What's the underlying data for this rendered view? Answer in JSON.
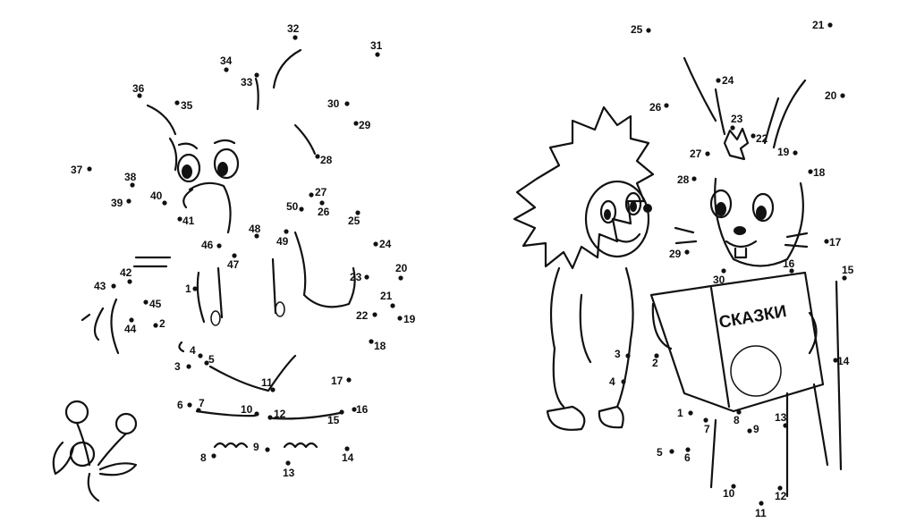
{
  "page": {
    "left_puzzle": {
      "subject": "elephant",
      "numbers": [
        "1",
        "2",
        "3",
        "4",
        "5",
        "6",
        "7",
        "8",
        "9",
        "10",
        "11",
        "12",
        "13",
        "14",
        "15",
        "16",
        "17",
        "18",
        "19",
        "20",
        "21",
        "22",
        "23",
        "24",
        "25",
        "26",
        "27",
        "28",
        "29",
        "30",
        "31",
        "32",
        "33",
        "34",
        "35",
        "36",
        "37",
        "38",
        "39",
        "40",
        "41",
        "42",
        "43",
        "44",
        "45",
        "46",
        "47",
        "48",
        "49",
        "50"
      ]
    },
    "right_puzzle": {
      "subject": "hare-and-hedgehog",
      "book_title": "СКАЗКИ",
      "numbers": [
        "1",
        "2",
        "3",
        "4",
        "5",
        "6",
        "7",
        "8",
        "9",
        "10",
        "11",
        "12",
        "13",
        "14",
        "15",
        "16",
        "17",
        "18",
        "19",
        "20",
        "21",
        "22",
        "23",
        "24",
        "25",
        "26",
        "27",
        "28",
        "29",
        "30"
      ]
    }
  }
}
